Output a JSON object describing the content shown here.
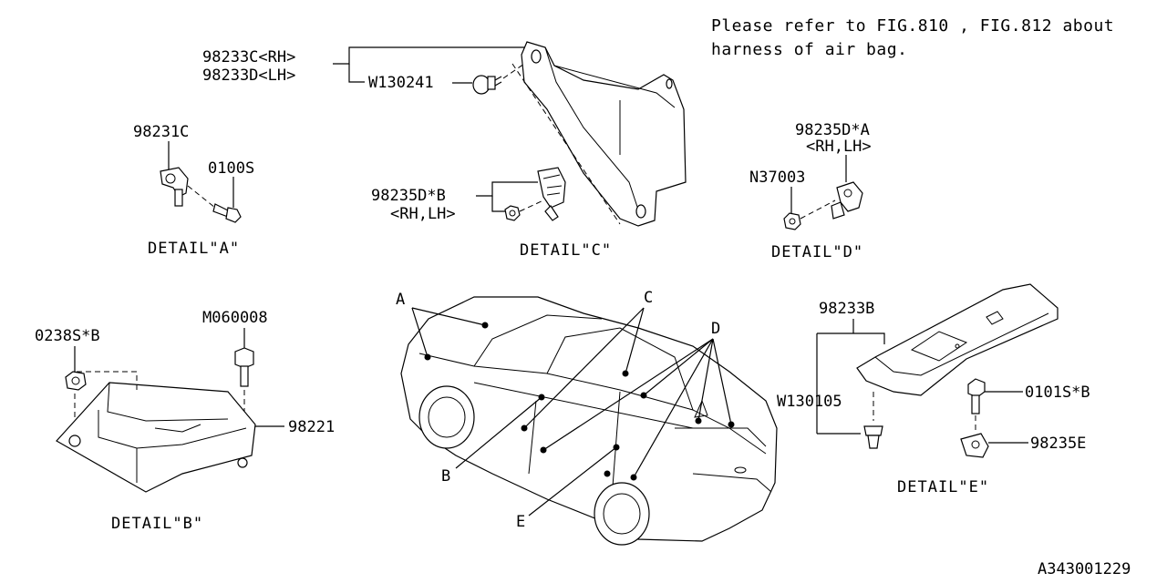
{
  "note": {
    "line1": "Please refer to FIG.810 , FIG.812 about",
    "line2": "harness of air bag."
  },
  "diagram_id": "A343001229",
  "parts": {
    "p98233C": "98233C<RH>",
    "p98233D": "98233D<LH>",
    "w130241": "W130241",
    "p98231C": "98231C",
    "p0100S": "0100S",
    "p98235D_B": "98235D*B",
    "p98235D_B_side": "<RH,LH>",
    "p98235D_A": "98235D*A",
    "p98235D_A_side": "<RH,LH>",
    "n37003": "N37003",
    "p0238S_B": "0238S*B",
    "m060008": "M060008",
    "p98221": "98221",
    "p98233B": "98233B",
    "w130105": "W130105",
    "p0101S_B": "0101S*B",
    "p98235E": "98235E"
  },
  "details": {
    "a": "DETAIL\"A\"",
    "b": "DETAIL\"B\"",
    "c": "DETAIL\"C\"",
    "d": "DETAIL\"D\"",
    "e": "DETAIL\"E\""
  },
  "callouts": {
    "a": "A",
    "b": "B",
    "c": "C",
    "d": "D",
    "e": "E"
  }
}
